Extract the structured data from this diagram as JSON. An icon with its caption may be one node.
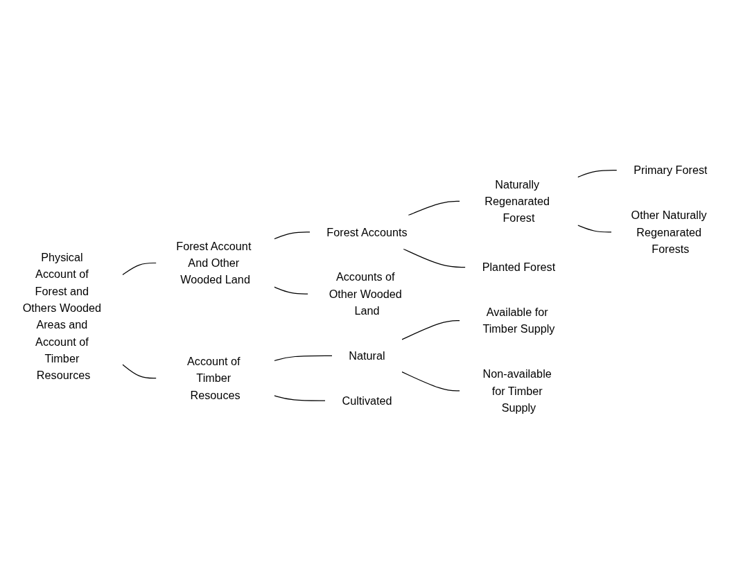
{
  "diagram": {
    "nodes": [
      {
        "text": [
          "Physical Account of Forest and Others Wooded Areas and Account of Timber Resources"
        ]
      },
      {
        "text": [
          "Forest Account And Other Wooded Land"
        ]
      },
      {
        "text": [
          "Forest Accounts"
        ]
      },
      {
        "text": [
          "Naturally Regenarated Forest"
        ]
      },
      {
        "text": [
          "Primary Forest"
        ]
      },
      {
        "text": [
          "Other Naturally Regenarated Forests"
        ]
      },
      {
        "text": [
          "Planted Forest"
        ]
      },
      {
        "text": [
          "Accounts of Other Wooded Land"
        ]
      },
      {
        "text": [
          "Account of Timber Resouces"
        ]
      },
      {
        "text": [
          "Natural"
        ]
      },
      {
        "text": [
          "Available for Timber Supply"
        ]
      },
      {
        "text": [
          "Non-available for Timber Supply"
        ]
      },
      {
        "text": [
          "Cultivated"
        ]
      }
    ],
    "edges": [
      {
        "from": 0,
        "to": 1,
        "arrow": "none"
      },
      {
        "from": 0,
        "to": 8,
        "arrow": "none"
      },
      {
        "from": 1,
        "to": 2,
        "arrow": "none"
      },
      {
        "from": 1,
        "to": 7,
        "arrow": "none"
      },
      {
        "from": 2,
        "to": 3,
        "arrow": "none"
      },
      {
        "from": 2,
        "to": 6,
        "arrow": "none"
      },
      {
        "from": 3,
        "to": 4,
        "arrow": "none"
      },
      {
        "from": 3,
        "to": 5,
        "arrow": "none"
      },
      {
        "from": 8,
        "to": 9,
        "arrow": "none"
      },
      {
        "from": 8,
        "to": 12,
        "arrow": "none"
      },
      {
        "from": 9,
        "to": 10,
        "arrow": "none"
      },
      {
        "from": 9,
        "to": 11,
        "arrow": "none"
      }
    ]
  }
}
